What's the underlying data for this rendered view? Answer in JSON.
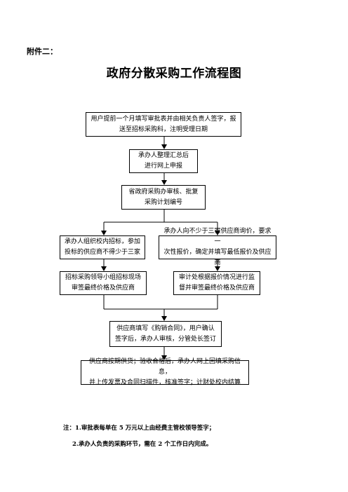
{
  "header": {
    "attachment_label": "附件二：",
    "title": "政府分散采购工作流程图"
  },
  "flow": {
    "step1": {
      "line1": "用户提前一个月填写审批表并由相关负责人签字，报",
      "line2": "送至招标采购科，注明受理日期"
    },
    "step2": {
      "line1": "承办人整理汇总后",
      "line2": "进行网上申报"
    },
    "step3": {
      "line1": "省政府采购办审核、批复",
      "line2": "采购计划编号"
    },
    "left_a": {
      "line1": "承办人组织校内招标，参加",
      "line2": "投标的供应商不得少于三家"
    },
    "right_a": {
      "line1": "承办人向不少于三家供应商询价，要求一",
      "line2": "次性报价，确定并填写最低报价及供应商"
    },
    "left_b": {
      "line1": "招标采购领导小组招标现场",
      "line2": "审签最终价格及供应商"
    },
    "right_b": {
      "line1": "审计处根据报价情况进行监",
      "line2": "督并审签最终价格及供应商"
    },
    "step6": {
      "line1": "供应商填写《购销合同》，用户确认",
      "line2": "签字后，承办人审核，分管处长签订"
    },
    "step7": {
      "line1": "供应商按期供货；验收合格后，承办人网上回填采购信息，",
      "line2": "并上传发票及合同扫描件，核准签字；计财处校内结算"
    }
  },
  "notes": {
    "line1": "注：1.审批表每单在 5 万元以上由经费主管校领导签字；",
    "line2": "2.承办人负责的采购环节，需在 2 个工作日内完成。"
  }
}
